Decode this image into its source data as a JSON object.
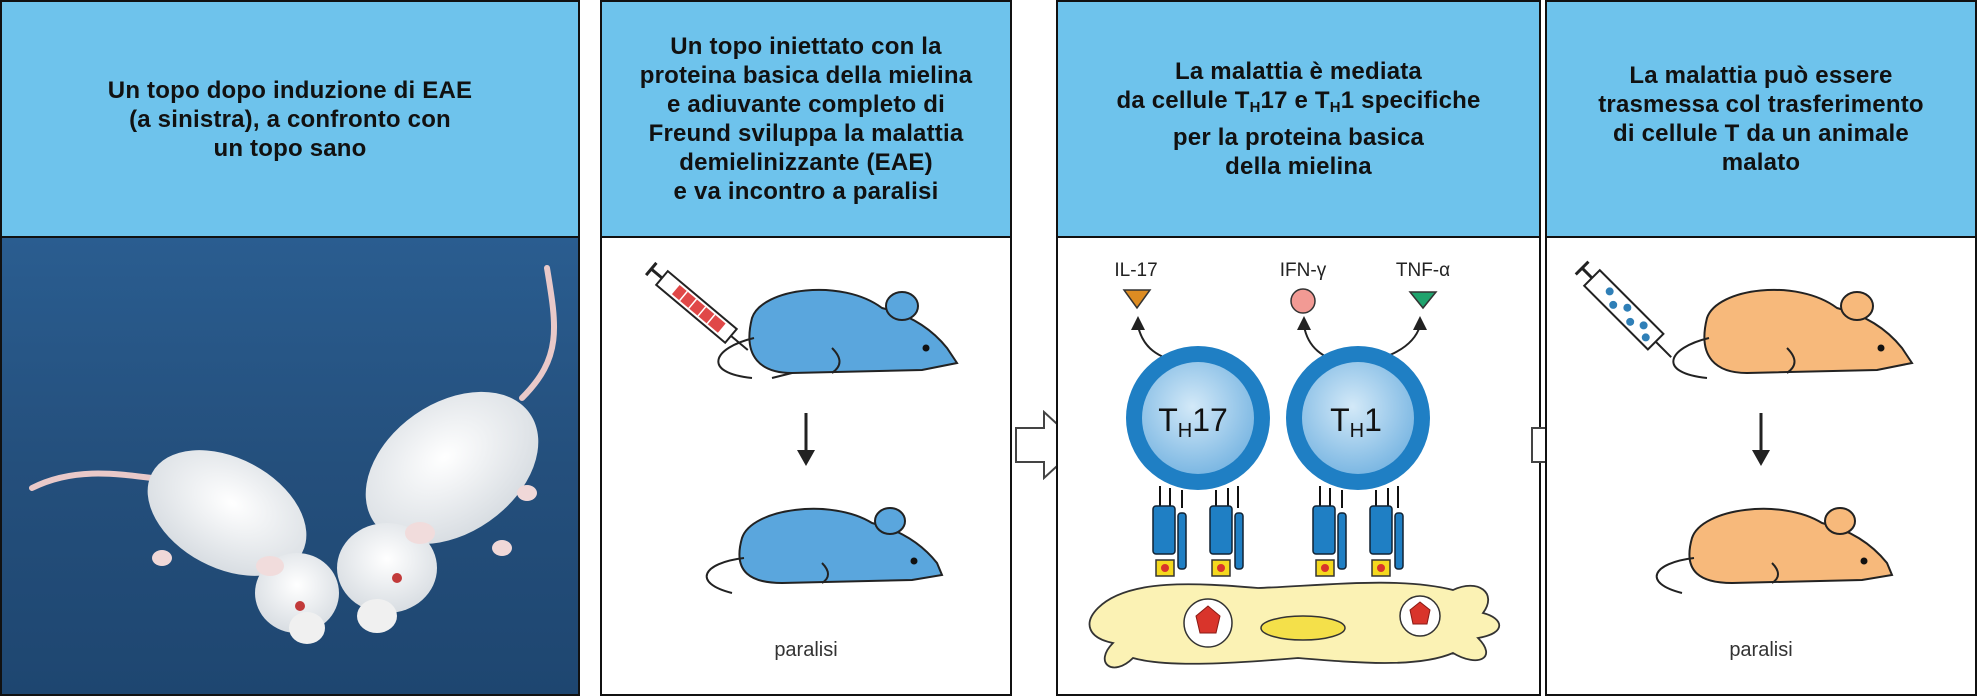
{
  "panels": [
    {
      "id": "photo",
      "title_lines": [
        "Un topo dopo induzione di EAE",
        "(a sinistra), a confronto con",
        "un topo sano"
      ]
    },
    {
      "id": "injection",
      "title_lines": [
        "Un topo iniettato con la",
        "proteina basica della mielina",
        "e adiuvante completo di",
        "Freund sviluppa la malattia",
        "demielinizzante (EAE)",
        "e va incontro a paralisi"
      ],
      "caption": "paralisi"
    },
    {
      "id": "cells",
      "title_line1": "La malattia è mediata",
      "title_line2_a": "da cellule T",
      "title_line2_sub1": "H",
      "title_line2_b": "17 e T",
      "title_line2_sub2": "H",
      "title_line2_c": "1 specifiche",
      "title_line3": "per la proteina basica",
      "title_line4": "della mielina",
      "cytokines": [
        "IL-17",
        "IFN-γ",
        "TNF-α"
      ],
      "cell_left": {
        "main": "T",
        "sub": "H",
        "suffix": "17"
      },
      "cell_right": {
        "main": "T",
        "sub": "H",
        "suffix": "1"
      }
    },
    {
      "id": "transfer",
      "title_lines": [
        "La malattia può essere",
        "trasmessa col trasferimento",
        "di cellule T da un animale",
        "malato"
      ],
      "caption": "paralisi"
    }
  ],
  "colors": {
    "header": "#6ec3ec",
    "mouse_blue": "#5aa6dd",
    "mouse_orange": "#f7b97b",
    "cell_blue": "#1f7fc4",
    "apc_yellow": "#fbf2b4",
    "il17": "#dd8c22",
    "ifn": "#f29a94",
    "tnf": "#1fa36d"
  },
  "icons": [
    "syringe-icon",
    "mouse-icon",
    "down-arrow-icon",
    "cell-icon",
    "connector-arrow-icon"
  ]
}
